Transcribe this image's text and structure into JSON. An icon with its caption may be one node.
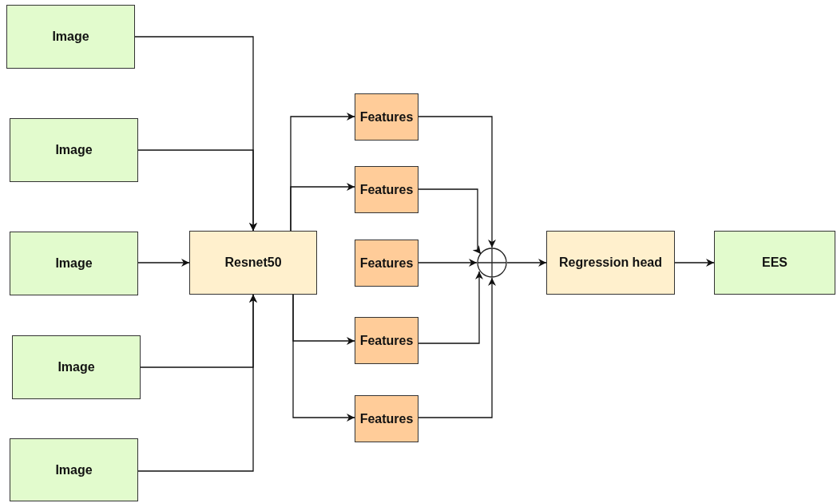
{
  "diagram": {
    "nodes": [
      {
        "text": [
          "Image"
        ]
      },
      {
        "text": [
          "Image"
        ]
      },
      {
        "text": [
          "Image"
        ]
      },
      {
        "text": [
          "Image"
        ]
      },
      {
        "text": [
          "Image"
        ]
      },
      {
        "text": [
          "Resnet50"
        ]
      },
      {
        "text": [
          "Features"
        ]
      },
      {
        "text": [
          "Features"
        ]
      },
      {
        "text": [
          "Features"
        ]
      },
      {
        "text": [
          "Features"
        ]
      },
      {
        "text": [
          "Features"
        ]
      },
      {
        "text": [],
        "shape": "circle"
      },
      {
        "text": [
          "Regression head"
        ]
      },
      {
        "text": [
          "EES"
        ]
      }
    ],
    "edges": [
      {
        "from": 0,
        "to": 5,
        "arrow": "to"
      },
      {
        "from": 1,
        "to": 5,
        "arrow": "to"
      },
      {
        "from": 2,
        "to": 5,
        "arrow": "to"
      },
      {
        "from": 3,
        "to": 5,
        "arrow": "to"
      },
      {
        "from": 4,
        "to": 5,
        "arrow": "to"
      },
      {
        "from": 5,
        "to": 6,
        "arrow": "to"
      },
      {
        "from": 5,
        "to": 7,
        "arrow": "to"
      },
      {
        "from": 5,
        "to": 9,
        "arrow": "to"
      },
      {
        "from": 5,
        "to": 10,
        "arrow": "to"
      },
      {
        "from": 6,
        "to": 11,
        "arrow": "to"
      },
      {
        "from": 7,
        "to": 11,
        "arrow": "to"
      },
      {
        "from": 8,
        "to": 11,
        "arrow": "to"
      },
      {
        "from": 9,
        "to": 11,
        "arrow": "to"
      },
      {
        "from": 10,
        "to": 11,
        "arrow": "to"
      },
      {
        "from": 11,
        "to": 12,
        "arrow": "to"
      },
      {
        "from": 12,
        "to": 13,
        "arrow": "to"
      }
    ]
  }
}
